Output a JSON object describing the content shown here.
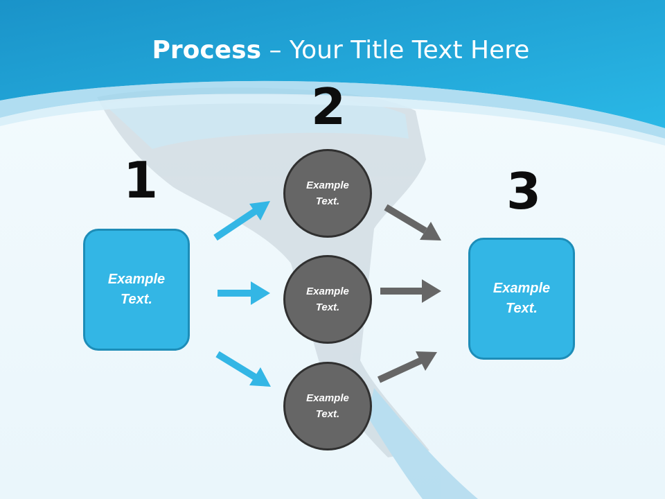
{
  "slide": {
    "title_bold": "Process",
    "title_rest": " – Your Title Text Here"
  },
  "colors": {
    "banner": "#1c9fd6",
    "box_fill": "#33b6e5",
    "circle_fill": "#666666",
    "arrow_blue": "#33b6e5",
    "arrow_gray": "#666666"
  },
  "steps": {
    "step1": {
      "number": "1",
      "box": {
        "line1": "Example",
        "line2": "Text."
      }
    },
    "step2": {
      "number": "2",
      "circles": [
        {
          "line1": "Example",
          "line2": "Text."
        },
        {
          "line1": "Example",
          "line2": "Text."
        },
        {
          "line1": "Example",
          "line2": "Text."
        }
      ]
    },
    "step3": {
      "number": "3",
      "box": {
        "line1": "Example",
        "line2": "Text."
      }
    }
  }
}
